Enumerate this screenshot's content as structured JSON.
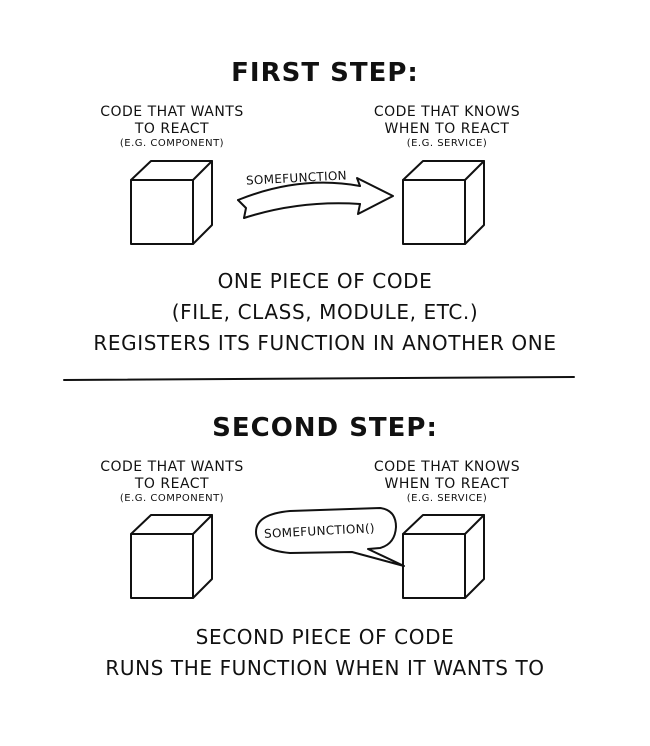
{
  "step1": {
    "heading": "FIRST STEP:",
    "left_box": {
      "title_line1": "CODE THAT WANTS",
      "title_line2": "TO REACT",
      "subtitle": "(E.G. COMPONENT)"
    },
    "right_box": {
      "title_line1": "CODE THAT KNOWS",
      "title_line2": "WHEN TO REACT",
      "subtitle": "(E.G. SERVICE)"
    },
    "arrow_label": "SOMEFUNCTION",
    "caption_line1": "ONE PIECE OF CODE",
    "caption_line2": "(FILE, CLASS, MODULE, ETC.)",
    "caption_line3": "REGISTERS ITS FUNCTION IN ANOTHER ONE"
  },
  "step2": {
    "heading": "SECOND STEP:",
    "left_box": {
      "title_line1": "CODE THAT WANTS",
      "title_line2": "TO REACT",
      "subtitle": "(E.G. COMPONENT)"
    },
    "right_box": {
      "title_line1": "CODE THAT KNOWS",
      "title_line2": "WHEN TO REACT",
      "subtitle": "(E.G. SERVICE)"
    },
    "bubble_label": "SOMEFUNCTION()",
    "caption_line1": "SECOND PIECE OF CODE",
    "caption_line2": "RUNS THE FUNCTION WHEN IT WANTS TO"
  }
}
